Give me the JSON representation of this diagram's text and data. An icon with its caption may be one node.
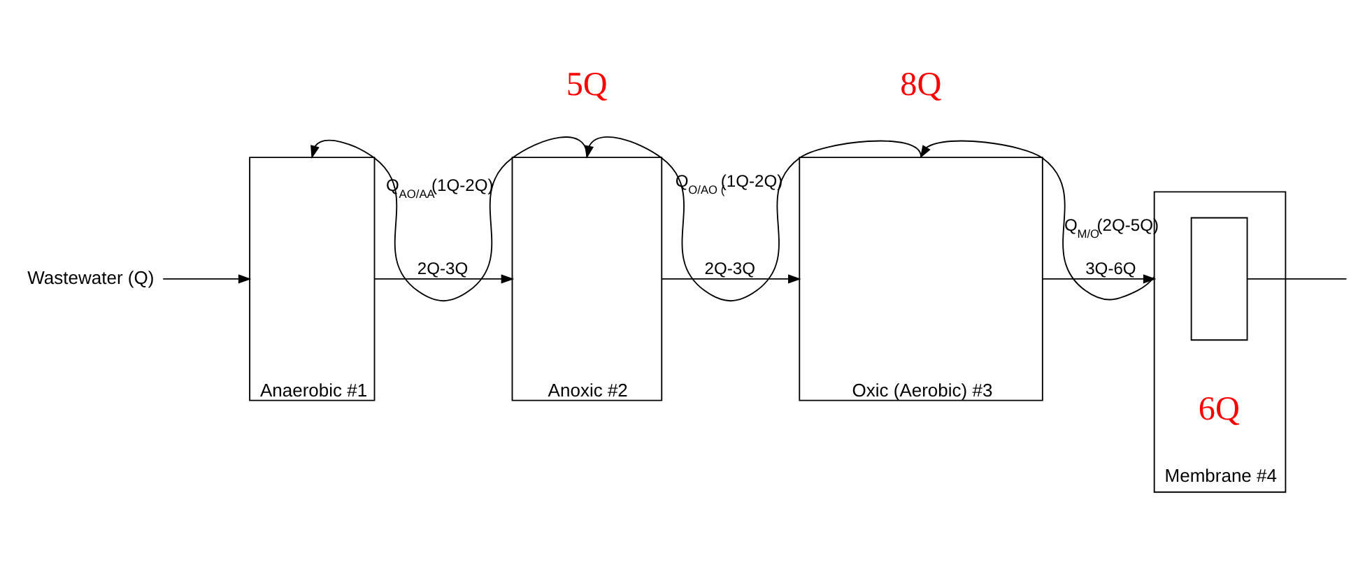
{
  "diagram": {
    "nodes": [
      {
        "text": [
          "Wastewater (Q)"
        ]
      },
      {
        "text": [
          "Anaerobic #1"
        ]
      },
      {
        "text": [
          "Anoxic #2"
        ]
      },
      {
        "text": [
          "Oxic (Aerobic) #3"
        ]
      },
      {
        "text": [
          "Membrane #4"
        ]
      },
      {
        "text": [],
        "shape": "box",
        "in": 4
      }
    ],
    "edges": [
      {
        "from": 0,
        "to": 1,
        "arrow": "to"
      },
      {
        "from": 1,
        "to": 2,
        "arrow": "to",
        "label": "2Q-3Q"
      },
      {
        "from": 2,
        "to": 3,
        "arrow": "to",
        "label": "2Q-3Q"
      },
      {
        "from": 3,
        "to": 4,
        "arrow": "to",
        "label": "3Q-6Q"
      },
      {
        "from": 2,
        "to": 1,
        "arrow": "to",
        "label": "Q$_{AO/AA}$(1Q-2Q)"
      },
      {
        "from": 3,
        "to": 2,
        "arrow": "to",
        "label": "Q$_{O/AO (}$(1Q-2Q)"
      },
      {
        "from": 4,
        "to": 3,
        "arrow": "to",
        "label": "Q$_{M/O}$(2Q-5Q)"
      },
      {
        "from": 5,
        "to": null,
        "arrow": "none"
      }
    ],
    "labels": [
      "5Q",
      "8Q",
      "6Q"
    ]
  }
}
